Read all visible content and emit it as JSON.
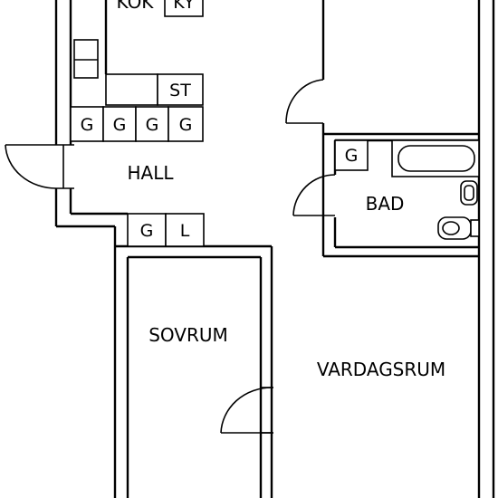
{
  "rooms": {
    "kok": "KÖK",
    "hall": "HALL",
    "bad": "BAD",
    "sovrum": "SOVRUM",
    "vardagsrum": "VARDAGSRUM"
  },
  "fixtures": {
    "kyl": "KY",
    "stove": "ST",
    "closet": "G",
    "linen": "L"
  },
  "colors": {
    "line": "#000000",
    "background": "#ffffff"
  }
}
